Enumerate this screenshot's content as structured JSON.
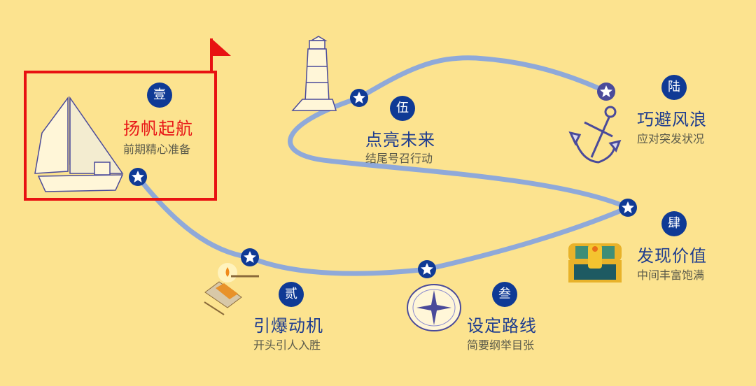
{
  "colors": {
    "background": "#fce38f",
    "path": "#8fa9d9",
    "node": "#0f3a95",
    "badge": "#0f3a95",
    "title": "#1f3d8f",
    "active_title": "#e81818",
    "highlight": "#e81212",
    "subtitle": "#5a5a4a"
  },
  "steps": [
    {
      "badge": "壹",
      "title": "扬帆起航",
      "subtitle": "前期精心准备",
      "icon": "sailboat-icon",
      "active": true
    },
    {
      "badge": "贰",
      "title": "引爆动机",
      "subtitle": "开头引人入胜",
      "icon": "matchbox-icon",
      "active": false
    },
    {
      "badge": "叁",
      "title": "设定路线",
      "subtitle": "简要纲举目张",
      "icon": "compass-icon",
      "active": false
    },
    {
      "badge": "肆",
      "title": "发现价值",
      "subtitle": "中间丰富饱满",
      "icon": "treasure-chest-icon",
      "active": false
    },
    {
      "badge": "伍",
      "title": "点亮未来",
      "subtitle": "结尾号召行动",
      "icon": "lighthouse-icon",
      "active": false
    },
    {
      "badge": "陆",
      "title": "巧避风浪",
      "subtitle": "应对突发状况",
      "icon": "anchor-icon",
      "active": false
    }
  ]
}
